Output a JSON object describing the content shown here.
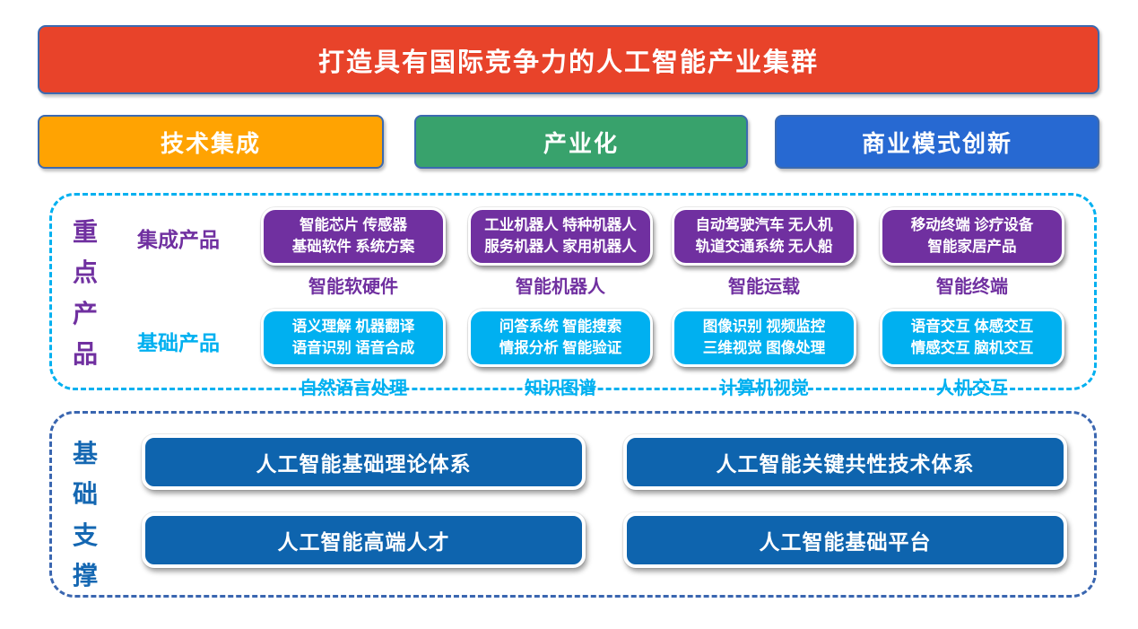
{
  "banner": {
    "title": "打造具有国际竞争力的人工智能产业集群"
  },
  "phases": {
    "tech_integration": "技术集成",
    "industrialization": "产业化",
    "business_model_innovation": "商业模式创新"
  },
  "key_products": {
    "section_label": "重点产品",
    "integrated_row_label": "集成产品",
    "basic_row_label": "基础产品",
    "integrated": [
      {
        "line1": "智能芯片 传感器",
        "line2": "基础软件 系统方案",
        "caption": "智能软硬件"
      },
      {
        "line1": "工业机器人 特种机器人",
        "line2": "服务机器人 家用机器人",
        "caption": "智能机器人"
      },
      {
        "line1": "自动驾驶汽车 无人机",
        "line2": "轨道交通系统 无人船",
        "caption": "智能运载"
      },
      {
        "line1": "移动终端 诊疗设备",
        "line2": "智能家居产品",
        "caption": "智能终端"
      }
    ],
    "basic": [
      {
        "line1": "语义理解 机器翻译",
        "line2": "语音识别 语音合成",
        "caption": "自然语言处理"
      },
      {
        "line1": "问答系统 智能搜索",
        "line2": "情报分析 智能验证",
        "caption": "知识图谱"
      },
      {
        "line1": "图像识别 视频监控",
        "line2": "三维视觉 图像处理",
        "caption": "计算机视觉"
      },
      {
        "line1": "语音交互 体感交互",
        "line2": "情感交互 脑机交互",
        "caption": "人机交互"
      }
    ]
  },
  "foundation": {
    "section_label": "基础支撑",
    "items": [
      "人工智能基础理论体系",
      "人工智能关键共性技术体系",
      "人工智能高端人才",
      "人工智能基础平台"
    ]
  },
  "colors": {
    "banner_red": "#E8432A",
    "phase_orange": "#FFA302",
    "phase_green": "#38A26C",
    "phase_blue": "#2769D2",
    "product_purple": "#7030A0",
    "product_cyan": "#00B0F0",
    "foundation_blue": "#0E64AE",
    "key_section_dash": "#00B0F0",
    "foundation_section_dash": "#3A66B0",
    "outline_navy": "#3C6AB0"
  }
}
